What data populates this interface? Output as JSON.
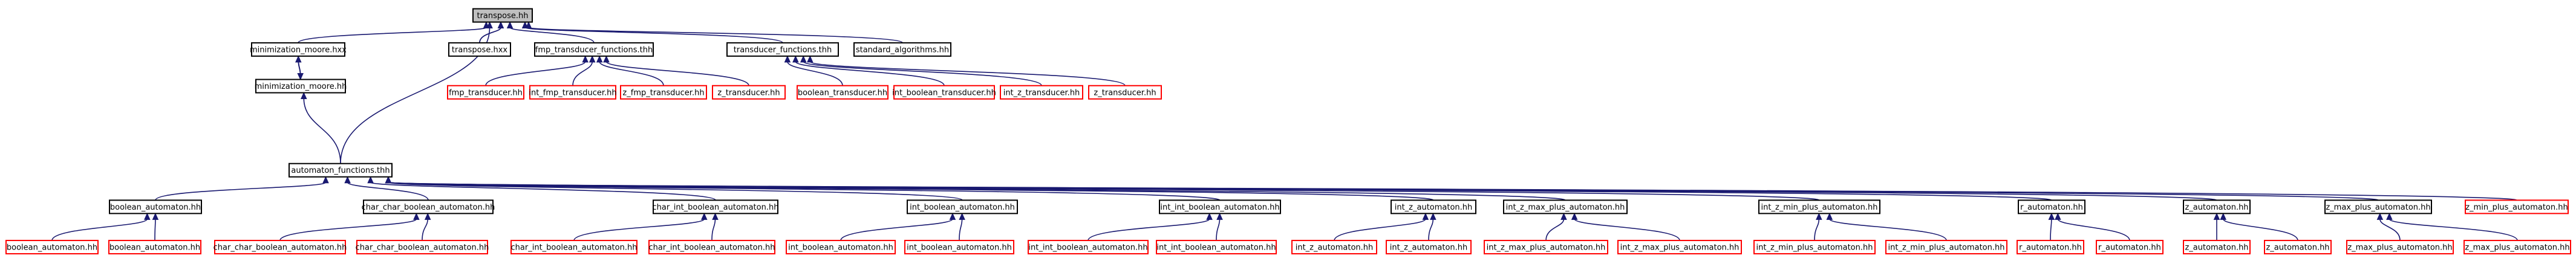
{
  "graph": {
    "root": "transpose.hh",
    "edge_color": "#191970",
    "external_border_color": "#ff0000",
    "root_fill": "#bfbfbf",
    "nodes": [
      {
        "id": "n_root",
        "label": "transpose.hh",
        "style": "root"
      },
      {
        "id": "n_minhxx",
        "label": "minimization_moore.hxx",
        "style": "normal"
      },
      {
        "id": "n_transhxx",
        "label": "transpose.hxx",
        "style": "normal"
      },
      {
        "id": "n_fmpfun",
        "label": "fmp_transducer_functions.thh",
        "style": "normal"
      },
      {
        "id": "n_transfun",
        "label": "transducer_functions.thh",
        "style": "normal"
      },
      {
        "id": "n_stdalg",
        "label": "standard_algorithms.hh",
        "style": "normal"
      },
      {
        "id": "n_minhh",
        "label": "minimization_moore.hh",
        "style": "normal"
      },
      {
        "id": "n_fmptrans",
        "label": "fmp_transducer.hh",
        "style": "external"
      },
      {
        "id": "n_intfmp",
        "label": "int_fmp_transducer.hh",
        "style": "external"
      },
      {
        "id": "n_z_fmp",
        "label": "z_fmp_transducer.hh",
        "style": "external"
      },
      {
        "id": "n_ztrans1",
        "label": "z_transducer.hh",
        "style": "external"
      },
      {
        "id": "n_booltrans",
        "label": "boolean_transducer.hh",
        "style": "external"
      },
      {
        "id": "n_intbooltrans",
        "label": "int_boolean_transducer.hh",
        "style": "external"
      },
      {
        "id": "n_intztrans",
        "label": "int_z_transducer.hh",
        "style": "external"
      },
      {
        "id": "n_ztrans2",
        "label": "z_transducer.hh",
        "style": "external"
      },
      {
        "id": "n_autfun",
        "label": "automaton_functions.thh",
        "style": "normal"
      },
      {
        "id": "n_boolaut",
        "label": "boolean_automaton.hh",
        "style": "normal"
      },
      {
        "id": "n_ccbool",
        "label": "char_char_boolean_automaton.hh",
        "style": "normal"
      },
      {
        "id": "n_cibool",
        "label": "char_int_boolean_automaton.hh",
        "style": "normal"
      },
      {
        "id": "n_intbool",
        "label": "int_boolean_automaton.hh",
        "style": "normal"
      },
      {
        "id": "n_iibool",
        "label": "int_int_boolean_automaton.hh",
        "style": "normal"
      },
      {
        "id": "n_intz",
        "label": "int_z_automaton.hh",
        "style": "normal"
      },
      {
        "id": "n_intzmax",
        "label": "int_z_max_plus_automaton.hh",
        "style": "normal"
      },
      {
        "id": "n_intzmin",
        "label": "int_z_min_plus_automaton.hh",
        "style": "normal"
      },
      {
        "id": "n_raut",
        "label": "r_automaton.hh",
        "style": "normal"
      },
      {
        "id": "n_zaut",
        "label": "z_automaton.hh",
        "style": "normal"
      },
      {
        "id": "n_zmax",
        "label": "z_max_plus_automaton.hh",
        "style": "normal"
      },
      {
        "id": "n_zmin",
        "label": "z_min_plus_automaton.hh",
        "style": "external"
      },
      {
        "id": "l_bool1",
        "label": "boolean_automaton.hh",
        "style": "external"
      },
      {
        "id": "l_bool2",
        "label": "boolean_automaton.hh",
        "style": "external"
      },
      {
        "id": "l_cc1",
        "label": "char_char_boolean_automaton.hh",
        "style": "external"
      },
      {
        "id": "l_cc2",
        "label": "char_char_boolean_automaton.hh",
        "style": "external"
      },
      {
        "id": "l_ci1",
        "label": "char_int_boolean_automaton.hh",
        "style": "external"
      },
      {
        "id": "l_ci2",
        "label": "char_int_boolean_automaton.hh",
        "style": "external"
      },
      {
        "id": "l_ib1",
        "label": "int_boolean_automaton.hh",
        "style": "external"
      },
      {
        "id": "l_ib2",
        "label": "int_boolean_automaton.hh",
        "style": "external"
      },
      {
        "id": "l_ii1",
        "label": "int_int_boolean_automaton.hh",
        "style": "external"
      },
      {
        "id": "l_ii2",
        "label": "int_int_boolean_automaton.hh",
        "style": "external"
      },
      {
        "id": "l_iz1",
        "label": "int_z_automaton.hh",
        "style": "external"
      },
      {
        "id": "l_iz2",
        "label": "int_z_automaton.hh",
        "style": "external"
      },
      {
        "id": "l_izmax1",
        "label": "int_z_max_plus_automaton.hh",
        "style": "external"
      },
      {
        "id": "l_izmax2",
        "label": "int_z_max_plus_automaton.hh",
        "style": "external"
      },
      {
        "id": "l_izmin1",
        "label": "int_z_min_plus_automaton.hh",
        "style": "external"
      },
      {
        "id": "l_izmin2",
        "label": "int_z_min_plus_automaton.hh",
        "style": "external"
      },
      {
        "id": "l_r1",
        "label": "r_automaton.hh",
        "style": "external"
      },
      {
        "id": "l_r2",
        "label": "r_automaton.hh",
        "style": "external"
      },
      {
        "id": "l_z1",
        "label": "z_automaton.hh",
        "style": "external"
      },
      {
        "id": "l_z2",
        "label": "z_automaton.hh",
        "style": "external"
      },
      {
        "id": "l_zmax1",
        "label": "z_max_plus_automaton.hh",
        "style": "external"
      },
      {
        "id": "l_zmax2",
        "label": "z_max_plus_automaton.hh",
        "style": "external"
      }
    ],
    "edges": [
      [
        "n_minhxx",
        "n_root"
      ],
      [
        "n_transhxx",
        "n_root"
      ],
      [
        "n_fmpfun",
        "n_root"
      ],
      [
        "n_transfun",
        "n_root"
      ],
      [
        "n_stdalg",
        "n_root"
      ],
      [
        "n_autfun",
        "n_root"
      ],
      [
        "n_minhh",
        "n_minhxx"
      ],
      [
        "n_minhxx",
        "n_minhh"
      ],
      [
        "n_transhxx",
        "n_root"
      ],
      [
        "n_fmptrans",
        "n_fmpfun"
      ],
      [
        "n_intfmp",
        "n_fmpfun"
      ],
      [
        "n_z_fmp",
        "n_fmpfun"
      ],
      [
        "n_ztrans1",
        "n_fmpfun"
      ],
      [
        "n_booltrans",
        "n_transfun"
      ],
      [
        "n_intbooltrans",
        "n_transfun"
      ],
      [
        "n_intztrans",
        "n_transfun"
      ],
      [
        "n_ztrans2",
        "n_transfun"
      ],
      [
        "n_autfun",
        "n_minhh"
      ],
      [
        "n_boolaut",
        "n_autfun"
      ],
      [
        "n_ccbool",
        "n_autfun"
      ],
      [
        "n_cibool",
        "n_autfun"
      ],
      [
        "n_intbool",
        "n_autfun"
      ],
      [
        "n_iibool",
        "n_autfun"
      ],
      [
        "n_intz",
        "n_autfun"
      ],
      [
        "n_intzmax",
        "n_autfun"
      ],
      [
        "n_intzmin",
        "n_autfun"
      ],
      [
        "n_raut",
        "n_autfun"
      ],
      [
        "n_zaut",
        "n_autfun"
      ],
      [
        "n_zmax",
        "n_autfun"
      ],
      [
        "n_zmin",
        "n_autfun"
      ],
      [
        "l_bool1",
        "n_boolaut"
      ],
      [
        "l_bool2",
        "n_boolaut"
      ],
      [
        "l_cc1",
        "n_ccbool"
      ],
      [
        "l_cc2",
        "n_ccbool"
      ],
      [
        "l_ci1",
        "n_cibool"
      ],
      [
        "l_ci2",
        "n_cibool"
      ],
      [
        "l_ib1",
        "n_intbool"
      ],
      [
        "l_ib2",
        "n_intbool"
      ],
      [
        "l_ii1",
        "n_iibool"
      ],
      [
        "l_ii2",
        "n_iibool"
      ],
      [
        "l_iz1",
        "n_intz"
      ],
      [
        "l_iz2",
        "n_intz"
      ],
      [
        "l_izmax1",
        "n_intzmax"
      ],
      [
        "l_izmax2",
        "n_intzmax"
      ],
      [
        "l_izmin1",
        "n_intzmin"
      ],
      [
        "l_izmin2",
        "n_intzmin"
      ],
      [
        "l_r1",
        "n_raut"
      ],
      [
        "l_r2",
        "n_raut"
      ],
      [
        "l_z1",
        "n_zaut"
      ],
      [
        "l_z2",
        "n_zaut"
      ],
      [
        "l_zmax1",
        "n_zmax"
      ],
      [
        "l_zmax2",
        "n_zmax"
      ]
    ]
  }
}
